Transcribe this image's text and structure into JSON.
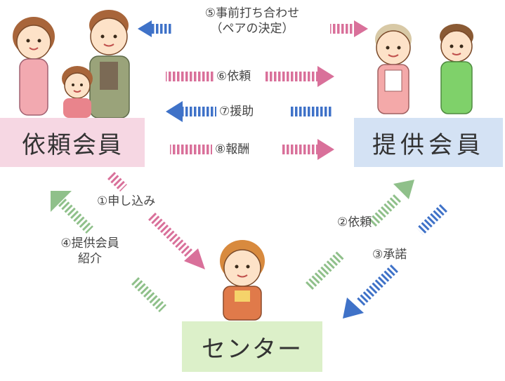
{
  "boxes": {
    "requesting_member": "依頼会員",
    "providing_member": "提供会員",
    "center": "センター"
  },
  "steps": {
    "s5_line1": "⑤事前打ち合わせ",
    "s5_line2": "（ペアの決定）",
    "s6": "⑥依頼",
    "s7": "⑦援助",
    "s8": "⑧報酬",
    "s1": "①申し込み",
    "s4_line1": "④提供会員",
    "s4_line2": "紹介",
    "s2": "②依頼",
    "s3": "③承諾"
  },
  "colors": {
    "pink": "#d9709a",
    "blue": "#3f72c8",
    "green": "#8fc08a",
    "box_pink": "#f6d7e3",
    "box_blue": "#d4e2f4",
    "box_green": "#dcf0c9"
  }
}
